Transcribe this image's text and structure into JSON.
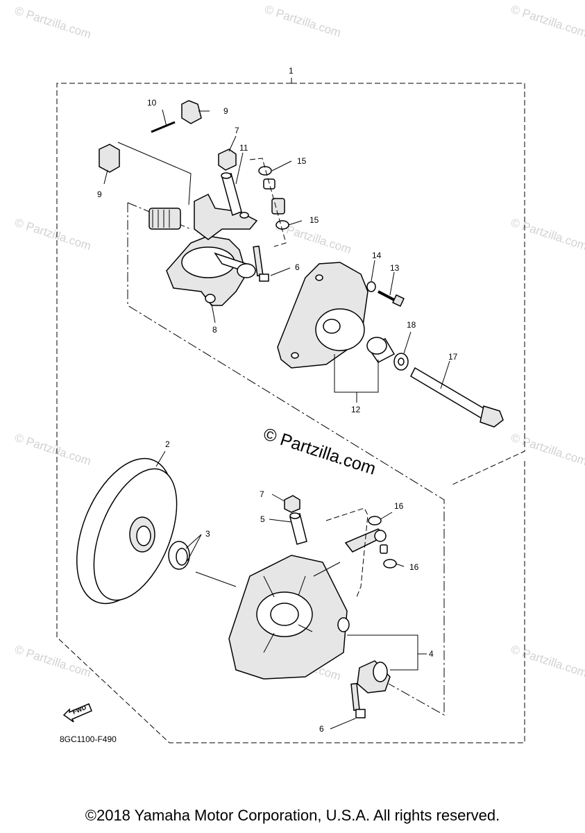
{
  "diagram": {
    "code": "8GC1100-F490",
    "fwd_label": "FWD",
    "callouts": {
      "c1": "1",
      "c2": "2",
      "c3": "3",
      "c4": "4",
      "c5": "5",
      "c6a": "6",
      "c6b": "6",
      "c7a": "7",
      "c7b": "7",
      "c8": "8",
      "c9a": "9",
      "c9b": "9",
      "c10": "10",
      "c11": "11",
      "c12": "12",
      "c13": "13",
      "c14": "14",
      "c15a": "15",
      "c15b": "15",
      "c16a": "16",
      "c16b": "16",
      "c17": "17",
      "c18": "18"
    }
  },
  "watermark": {
    "small": "© Partzilla.com",
    "center": "© Partzilla.com"
  },
  "footer": {
    "copyright": "©2018 Yamaha Motor Corporation, U.S.A. All rights reserved."
  }
}
